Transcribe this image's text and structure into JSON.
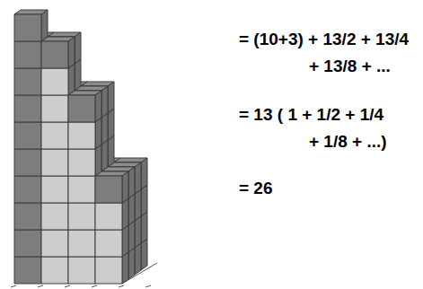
{
  "diagram": {
    "labels": [
      "= (10+3) + 13/2 + 13/4",
      "+ 13/8 + ...",
      "= 13 ( 1 + 1/2 + 1/4",
      "+ 1/8 + ...)",
      "= 26"
    ]
  }
}
